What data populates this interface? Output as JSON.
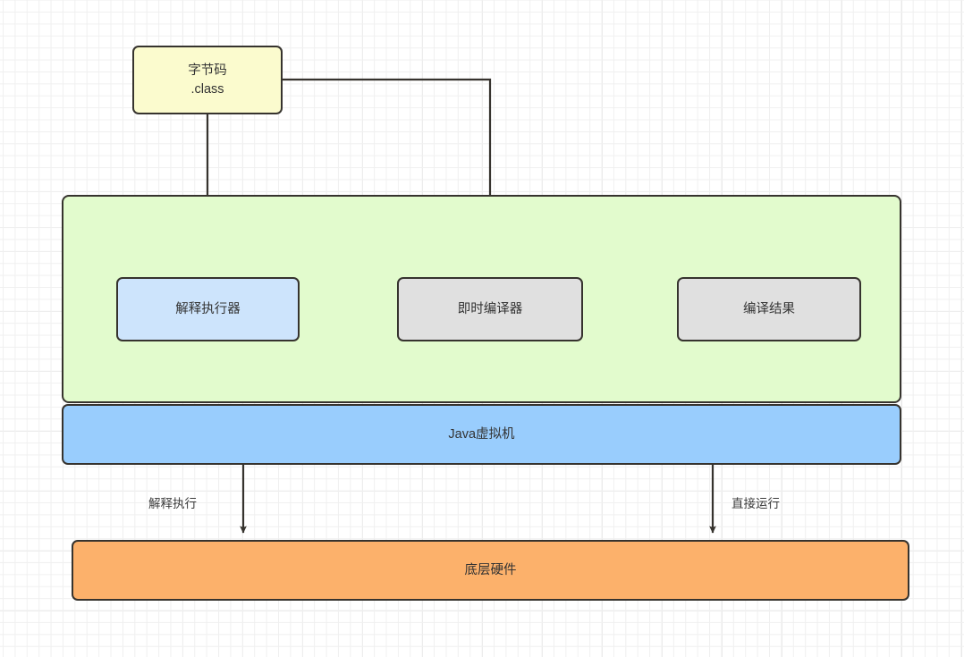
{
  "diagram": {
    "title": "Java bytecode execution flow",
    "background": {
      "grid": true,
      "grid_color": "#e8e8e8",
      "page_color": "#ffffff"
    },
    "nodes": {
      "bytecode": {
        "label": "字节码\n.class",
        "fill": "#fbfbce",
        "stroke": "#36332e"
      },
      "jvm_panel": {
        "label": "",
        "fill": "#e2fbcd",
        "stroke": "#36332e"
      },
      "interpreter": {
        "label": "解释执行器",
        "fill": "#cde4fc",
        "stroke": "#36332e"
      },
      "jit_compiler": {
        "label": "即时编译器",
        "fill": "#e0e0e0",
        "stroke": "#36332e"
      },
      "compiled_result": {
        "label": "编译结果",
        "fill": "#e0e0e0",
        "stroke": "#36332e"
      },
      "jvm_band": {
        "label": "Java虚拟机",
        "fill": "#99cdfd",
        "stroke": "#36332e"
      },
      "hardware_band": {
        "label": "底层硬件",
        "fill": "#fcb16b",
        "stroke": "#36332e"
      }
    },
    "edges": [
      {
        "from": "bytecode",
        "to": "interpreter",
        "label": "",
        "style": "arrow-down"
      },
      {
        "from": "bytecode",
        "to": "jit_compiler",
        "label": "",
        "style": "elbow-arrow-down"
      },
      {
        "from": "jit_compiler",
        "to": "compiled_result",
        "label": "",
        "style": "arrow-right"
      },
      {
        "from": "jvm_band",
        "to": "hardware_band",
        "label": "解释执行",
        "style": "arrow-down"
      },
      {
        "from": "jvm_band",
        "to": "hardware_band",
        "label": "直接运行",
        "style": "arrow-down"
      }
    ],
    "edge_labels": {
      "interpret_run": "解释执行",
      "direct_run": "直接运行"
    },
    "line_color": "#36332e"
  }
}
